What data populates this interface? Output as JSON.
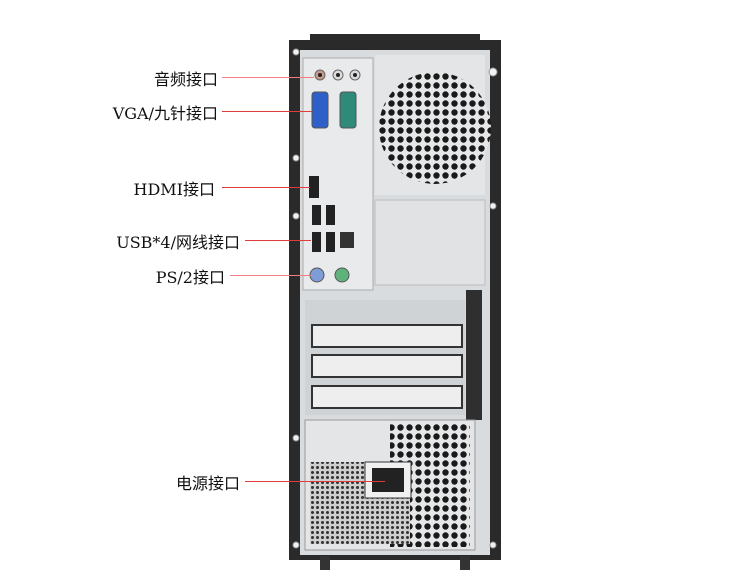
{
  "labels": {
    "audio": "音频接口",
    "vga": "VGA/九针接口",
    "hdmi": "HDMI接口",
    "usb_lan": "USB*4/网线接口",
    "ps2": "PS/2接口",
    "power": "电源接口"
  },
  "colors": {
    "leader_line": "#e23b3b",
    "case_frame": "#2a2a2a",
    "panel": "#d9dcdf",
    "vga_port": "#2f5fc8",
    "serial_port": "#2f8a7a",
    "ps2_keyboard": "#7e9dd6",
    "ps2_mouse": "#5fb37a"
  }
}
